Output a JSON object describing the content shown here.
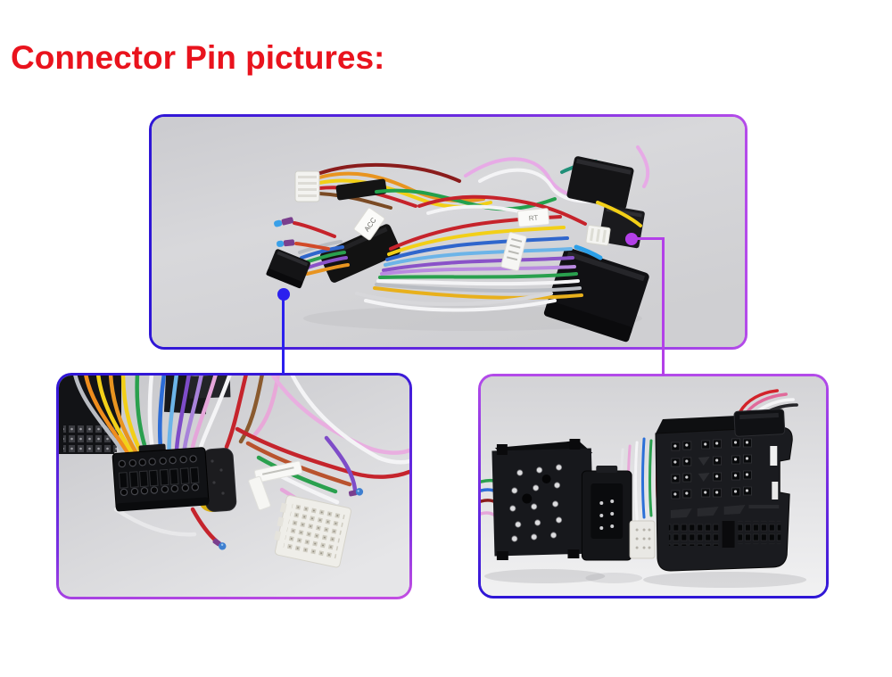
{
  "page": {
    "heading": "Connector Pin pictures:",
    "heading_color": "#e9131d",
    "background": "#ffffff"
  },
  "palette": {
    "frame_gradient_blue": "#2e16d6",
    "frame_gradient_purple": "#b44be9",
    "callout_blue": "#2b20ee",
    "callout_purple": "#b340e8",
    "photo_background_gray": "#d4d4d7"
  },
  "overview_panel": {
    "description": "Car stereo wiring harness overview photo: multi-colored wires with taped bundles, small white plugs, a black head-unit connector on the left and a stack of black OEM connectors on the right",
    "wire_labels": [
      "ACC",
      "RT"
    ]
  },
  "detail_panels": [
    {
      "id": "left",
      "description": "Close-up photo of the 16-pin black head-unit connector with two rows of round pin holes, fanned colored wires, white multi-pin plug and blue-tipped terminals"
    },
    {
      "id": "right",
      "description": "Close-up photo of the vehicle-side connectors: black ISO male pin block, small black connector and large Quadlock connector with pin fields"
    }
  ],
  "callouts": [
    {
      "color": "#2b20ee",
      "connects": "left black connector in overview to left detail panel"
    },
    {
      "color": "#b340e8",
      "connects": "right black connector stack in overview to right detail panel"
    }
  ]
}
